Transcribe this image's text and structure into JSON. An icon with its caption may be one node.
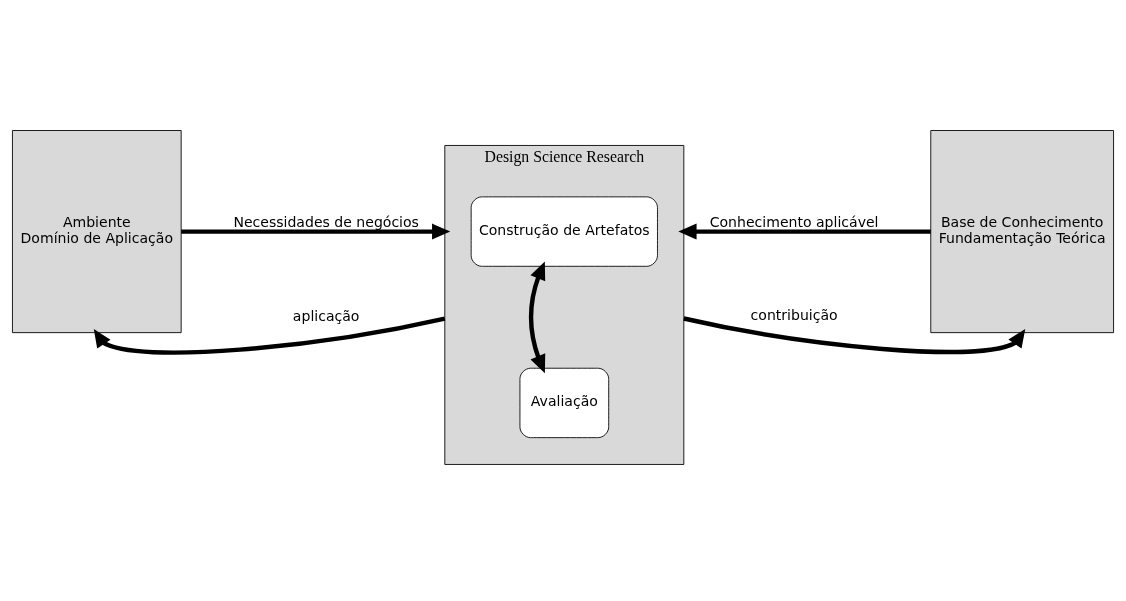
{
  "diagram": {
    "nodes": [
      {
        "text": [
          "Ambiente",
          "Domínio de Aplicação"
        ]
      },
      {
        "text": [
          "Design Science Research"
        ]
      },
      {
        "text": [
          "Construção de Artefatos"
        ],
        "in": 1
      },
      {
        "text": [
          "Avaliação"
        ],
        "in": 1
      },
      {
        "text": [
          "Base de Conhecimento",
          "Fundamentação Teórica"
        ]
      }
    ],
    "edges": [
      {
        "from": 0,
        "to": 1,
        "arrow": "to",
        "label": "Necessidades de negócios"
      },
      {
        "from": 4,
        "to": 1,
        "arrow": "to",
        "label": "Conhecimento aplicável"
      },
      {
        "from": 2,
        "to": 3,
        "arrow": "both"
      },
      {
        "from": 1,
        "to": 0,
        "arrow": "to",
        "label": "aplicação"
      },
      {
        "from": 1,
        "to": 4,
        "arrow": "to",
        "label": "contribuição"
      }
    ]
  }
}
